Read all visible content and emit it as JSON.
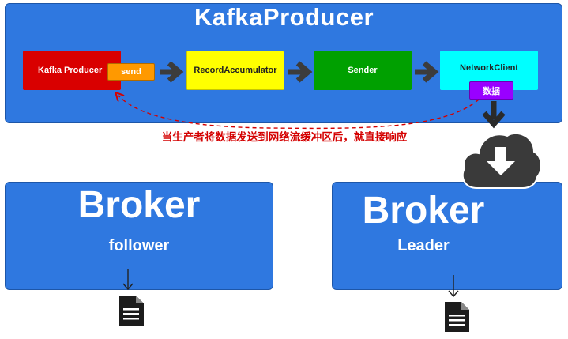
{
  "producer_panel": {
    "title": "KafkaProducer",
    "components": {
      "kafka_producer": "Kafka Producer",
      "send": "send",
      "record_accumulator": "RecordAccumulator",
      "sender": "Sender",
      "network_client": "NetworkClient",
      "data": "数据"
    },
    "ack_note": "当生产者将数据发送到网络流缓冲区后，就直接响应"
  },
  "brokers": [
    {
      "title": "Broker",
      "role": "follower"
    },
    {
      "title": "Broker",
      "role": "Leader"
    }
  ],
  "icons": [
    "arrow-right-icon",
    "arrow-down-icon",
    "cloud-download-icon",
    "document-icon"
  ],
  "colors": {
    "panel_blue": "#2f78e0",
    "kafka_producer_red": "#d90000",
    "send_orange": "#ff9900",
    "record_accumulator_yellow": "#ffff00",
    "sender_green": "#00a000",
    "network_client_cyan": "#00ffff",
    "data_purple": "#9900ff",
    "note_red": "#d40000"
  }
}
